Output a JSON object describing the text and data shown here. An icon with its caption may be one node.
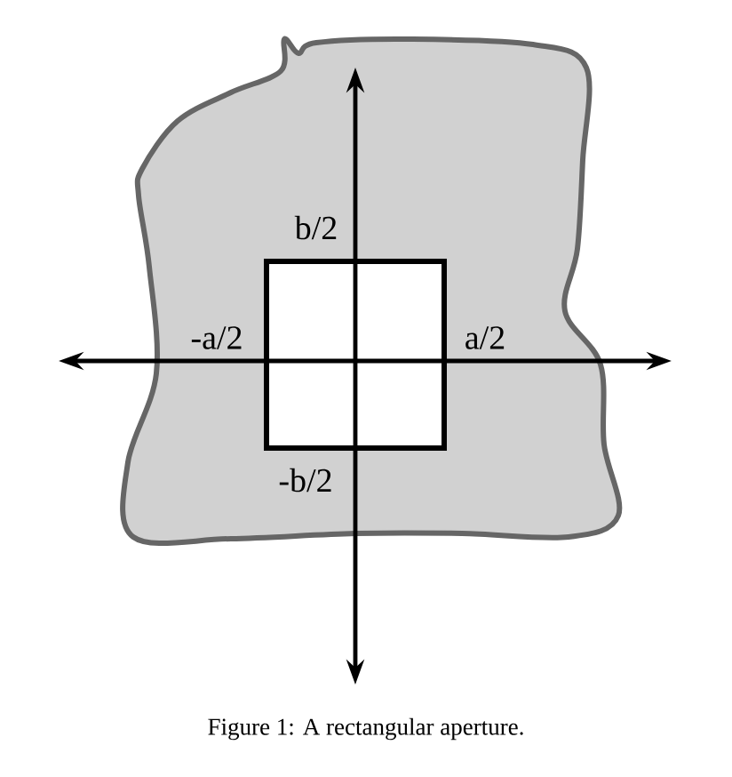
{
  "diagram": {
    "caption": "Figure 1: A rectangular aperture.",
    "labels": [
      "b/2",
      "-a/2",
      "a/2",
      "-b/2"
    ]
  }
}
